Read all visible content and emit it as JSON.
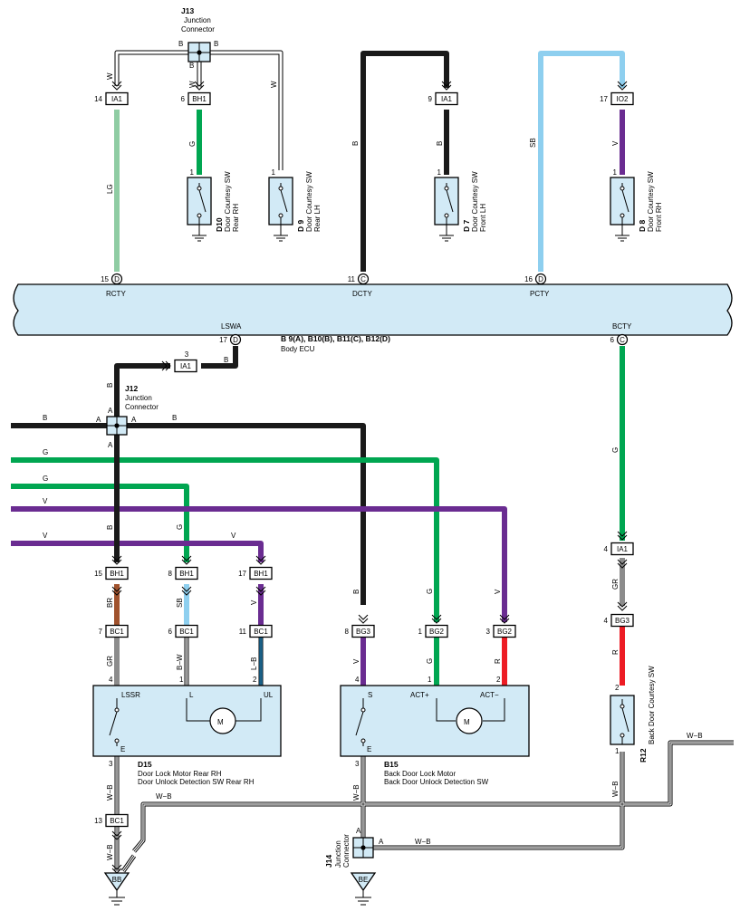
{
  "colors": {
    "B": "#1a1a1a",
    "G": "#00a651",
    "V": "#6a2c91",
    "SB": "#8ecfef",
    "LG": "#8fcca3",
    "GR": "#8c8c8c",
    "BR": "#a0522d",
    "R": "#ed1c24",
    "W": "#ffffff",
    "body": "#d2eaf6"
  },
  "ecu": {
    "code": "B 9(A), B10(B), B11(C), B12(D)",
    "name": "Body ECU",
    "pins": {
      "rcty": {
        "num": "15",
        "conn": "D",
        "label": "RCTY"
      },
      "dcty": {
        "num": "11",
        "conn": "C",
        "label": "DCTY"
      },
      "pcty": {
        "num": "16",
        "conn": "D",
        "label": "PCTY"
      },
      "lswa": {
        "num": "17",
        "conn": "D",
        "label": "LSWA"
      },
      "bcty": {
        "num": "6",
        "conn": "C",
        "label": "BCTY"
      }
    }
  },
  "junctions": {
    "j13": {
      "code": "J13",
      "name1": "Junction",
      "name2": "Connector",
      "pin": "B"
    },
    "j12": {
      "code": "J12",
      "name1": "Junction",
      "name2": "Connector",
      "pin": "A"
    },
    "j14": {
      "code": "J14",
      "name1": "Junction",
      "name2": "Connector",
      "pin": "A"
    }
  },
  "connectors": {
    "ia1_a": {
      "name": "IA1",
      "pin": "14"
    },
    "bh1_a": {
      "name": "BH1",
      "pin": "6"
    },
    "ia1_b": {
      "name": "IA1",
      "pin": "9"
    },
    "io2": {
      "name": "IO2",
      "pin": "17"
    },
    "ia1_c": {
      "name": "IA1",
      "pin": "3"
    },
    "bh1_15": {
      "name": "BH1",
      "pin": "15"
    },
    "bh1_8": {
      "name": "BH1",
      "pin": "8"
    },
    "bh1_17": {
      "name": "BH1",
      "pin": "17"
    },
    "bc1_7": {
      "name": "BC1",
      "pin": "7"
    },
    "bc1_6": {
      "name": "BC1",
      "pin": "6"
    },
    "bc1_11": {
      "name": "BC1",
      "pin": "11"
    },
    "bg3_8": {
      "name": "BG3",
      "pin": "8"
    },
    "bg2_1": {
      "name": "BG2",
      "pin": "1"
    },
    "bg2_3": {
      "name": "BG2",
      "pin": "3"
    },
    "ia1_4": {
      "name": "IA1",
      "pin": "4"
    },
    "bg3_4": {
      "name": "BG3",
      "pin": "4"
    },
    "bc1_13": {
      "name": "BC1",
      "pin": "13"
    }
  },
  "switches": {
    "d10": {
      "code": "D10",
      "line1": "Door Courtesy SW",
      "line2": "Rear RH",
      "pin": "1"
    },
    "d9": {
      "code": "D 9",
      "line1": "Door Courtesy SW",
      "line2": "Rear LH",
      "pin": "1"
    },
    "d7": {
      "code": "D 7",
      "line1": "Door Courtesy SW",
      "line2": "Front LH",
      "pin": "1"
    },
    "d8": {
      "code": "D 8",
      "line1": "Door Courtesy SW",
      "line2": "Front RH",
      "pin": "1"
    },
    "r12": {
      "code": "R12",
      "line1": "Back Door Courtesy SW",
      "pin_top": "2",
      "pin_bottom": "1"
    }
  },
  "components": {
    "d15": {
      "code": "D15",
      "line1": "Door Lock Motor Rear RH",
      "line2": "Door Unlock Detection SW Rear RH",
      "pins": {
        "lssr": "LSSR",
        "l": "L",
        "ul": "UL",
        "e": "E"
      },
      "pin_nums": {
        "lssr": "4",
        "l": "1",
        "ul": "2",
        "e": "3"
      },
      "motor": "M"
    },
    "b15": {
      "code": "B15",
      "line1": "Back Door Lock Motor",
      "line2": "Back Door Unlock Detection SW",
      "pins": {
        "s": "S",
        "actp": "ACT+",
        "actm": "ACT−",
        "e": "E"
      },
      "pin_nums": {
        "s": "4",
        "actp": "1",
        "actm": "2",
        "e": "3"
      },
      "motor": "M"
    }
  },
  "grounds": {
    "bb": "BB",
    "be": "BE"
  },
  "wire_labels": {
    "w": "W",
    "lg": "LG",
    "g": "G",
    "b": "B",
    "sb": "SB",
    "v": "V",
    "br": "BR",
    "gr": "GR",
    "bw": "B−W",
    "lb": "L−B",
    "r": "R",
    "wb": "W−B"
  },
  "icons": [
    "switch-icon",
    "ground-icon",
    "motor-icon",
    "junction-icon",
    "connector-chevron-icon"
  ]
}
